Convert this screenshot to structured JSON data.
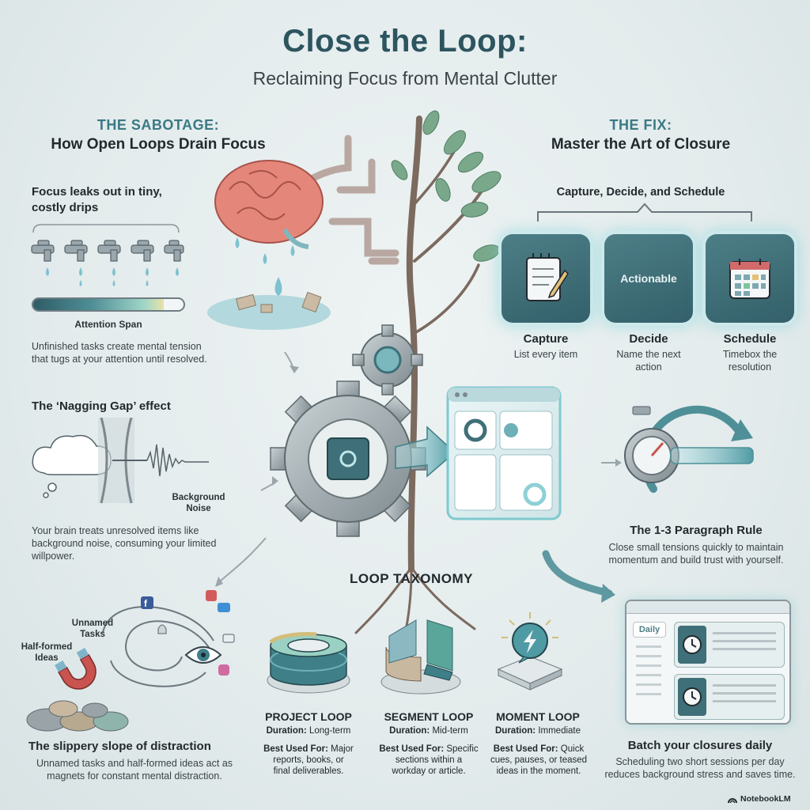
{
  "header": {
    "title": "Close the Loop:",
    "subtitle": "Reclaiming Focus from Mental Clutter"
  },
  "sabotage": {
    "kicker": "THE SABOTAGE:",
    "heading": "How Open Loops Drain Focus",
    "drips_title_1": "Focus leaks out in tiny,",
    "drips_title_2": "costly drips",
    "attention_label": "Attention Span",
    "attention_level": 0.87,
    "tension_1": "Unfinished tasks create mental tension",
    "tension_2": "that tugs at your attention until resolved.",
    "gap_title": "The ‘Nagging Gap’ effect",
    "noise_label_1": "Background",
    "noise_label_2": "Noise",
    "noise_1": "Your brain treats unresolved items like",
    "noise_2": "background noise, consuming your limited",
    "noise_3": "willpower.",
    "unnamed_1": "Unnamed",
    "unnamed_2": "Tasks",
    "halfformed_1": "Half-formed",
    "halfformed_2": "Ideas",
    "slope_title": "The slippery slope of distraction",
    "slope_1": "Unnamed tasks and half-formed ideas act as",
    "slope_2": "magnets for constant mental distraction."
  },
  "fix": {
    "kicker": "THE FIX:",
    "heading": "Master the Art of Closure",
    "steps_heading": "Capture, Decide, and Schedule",
    "actionable_text": "Actionable",
    "steps": [
      {
        "label": "Capture",
        "desc_1": "List every item",
        "desc_2": ""
      },
      {
        "label": "Decide",
        "desc_1": "Name the next",
        "desc_2": "action"
      },
      {
        "label": "Schedule",
        "desc_1": "Timebox the",
        "desc_2": "resolution"
      }
    ],
    "rule_title": "The 1-3 Paragraph Rule",
    "rule_1": "Close small tensions quickly to maintain",
    "rule_2": "momentum and build trust with yourself.",
    "daily_tab": "Daily",
    "batch_title": "Batch your closures daily",
    "batch_1": "Scheduling two short sessions per day",
    "batch_2": "reduces background stress and saves time."
  },
  "taxonomy": {
    "heading": "LOOP TAXONOMY",
    "duration_key": "Duration:",
    "best_key": "Best Used For:",
    "loops": [
      {
        "name": "PROJECT LOOP",
        "duration": "Long-term",
        "best_1": "Major",
        "best_2": "reports, books, or",
        "best_3": "final deliverables."
      },
      {
        "name": "SEGMENT LOOP",
        "duration": "Mid-term",
        "best_1": "Specific",
        "best_2": "sections within a",
        "best_3": "workday or article."
      },
      {
        "name": "MOMENT LOOP",
        "duration": "Immediate",
        "best_1": "Quick",
        "best_2": "cues, pauses, or teased",
        "best_3": "ideas in the moment."
      }
    ]
  },
  "footer": {
    "brand": "NotebookLM"
  },
  "colors": {
    "accent": "#2d5560",
    "teal": "#3a7a84",
    "card": "#3f6f78",
    "glow": "#8fd8dc"
  }
}
